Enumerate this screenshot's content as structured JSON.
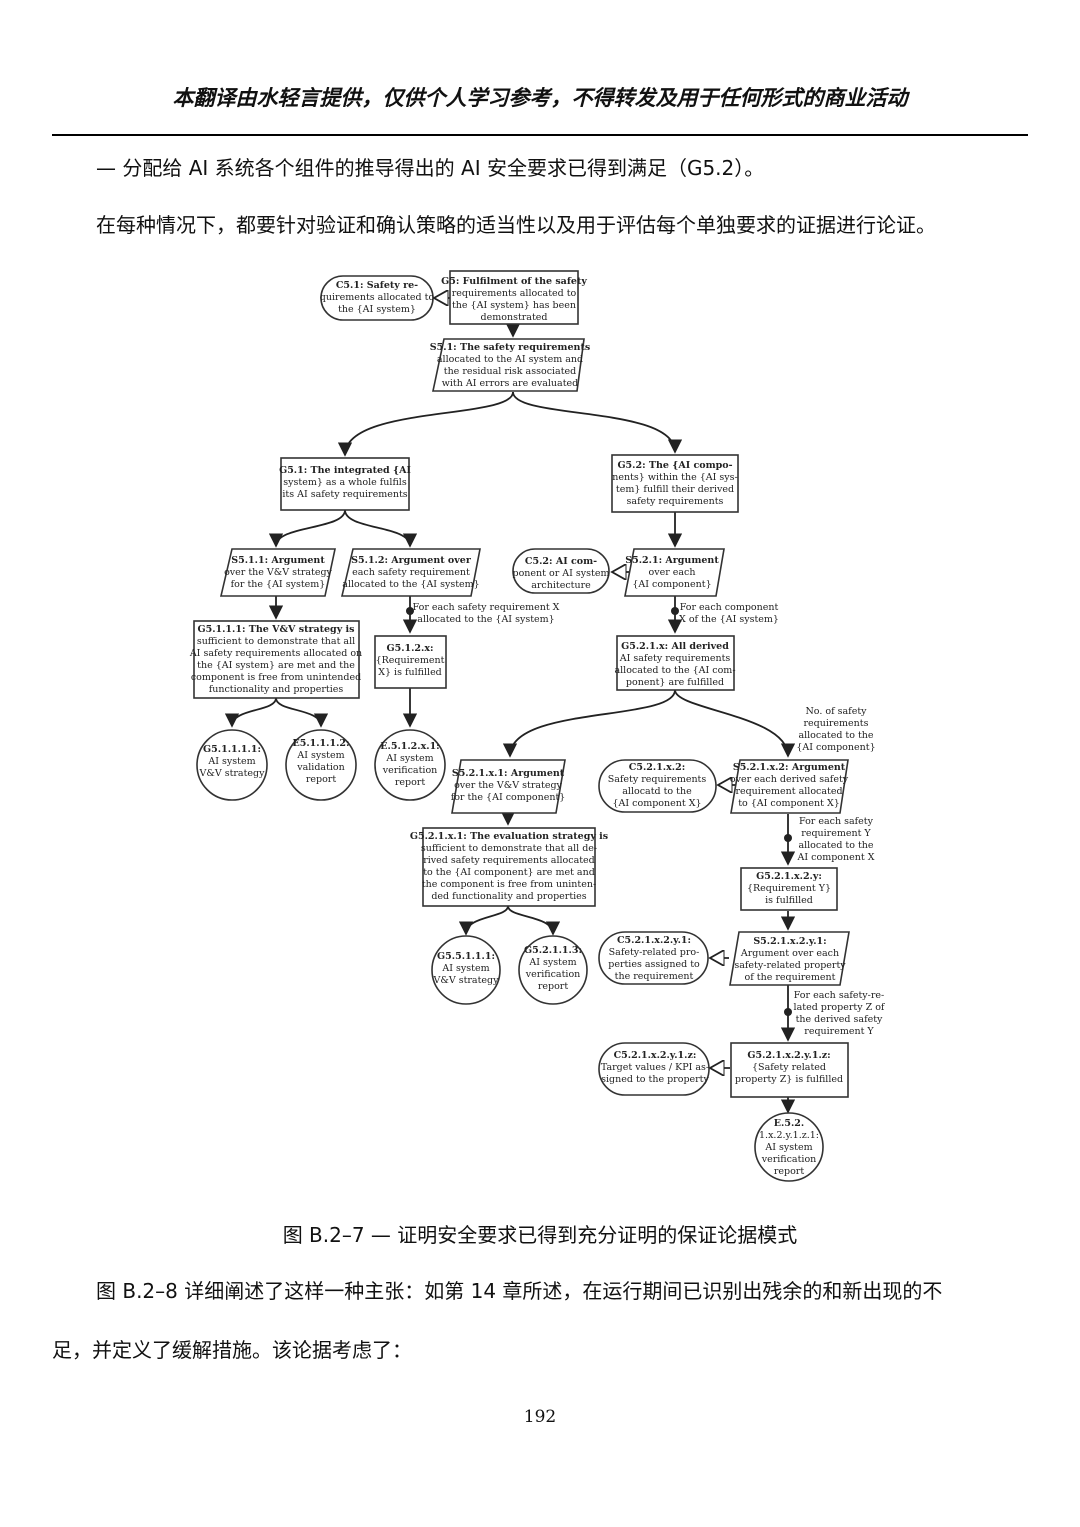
{
  "header": "本翻译由水轻言提供，仅供个人学习参考，不得转发及用于任何形式的商业活动",
  "paragraphs": {
    "p1": "— 分配给 AI 系统各个组件的推导得出的 AI 安全要求已得到满足（G5.2）。",
    "p2": "在每种情况下，都要针对验证和确认策略的适当性以及用于评估每个单独要求的证据进行论证。",
    "p3": "图 B.2–8 详细阐述了这样一种主张：如第 14 章所述，在运行期间已识别出残余的和新出现的不",
    "p4": "足，并定义了缓解措施。该论据考虑了："
  },
  "figure": {
    "caption": "图 B.2–7 — 证明安全要求已得到充分证明的保证论据模式",
    "nodes": {
      "C5_1": [
        "C5.1: Safety re-",
        "quirements allocated to",
        "the {AI system}"
      ],
      "G5": [
        "G5: Fulfilment of the safety",
        "requirements allocated to",
        "the {AI system} has been",
        "demonstrated"
      ],
      "S5_1": [
        "S5.1: The safety requirements",
        "allocated to the AI system and",
        "the residual risk associated",
        "with AI errors are evaluated"
      ],
      "G5_1": [
        "G5.1: The integrated {AI",
        "system} as a whole fulfils",
        "its AI safety requirements"
      ],
      "G5_2": [
        "G5.2: The {AI compo-",
        "nents} within the {AI sys-",
        "tem} fulfill their derived",
        "safety requirements"
      ],
      "S5_1_1": [
        "S5.1.1: Argument",
        "over the V&V strategy",
        "for the {AI system}"
      ],
      "S5_1_2": [
        "S5.1.2: Argument over",
        "each safety requirement",
        "allocated to the {AI system}"
      ],
      "C5_2": [
        "C5.2: AI com-",
        "ponent or AI system",
        "architecture"
      ],
      "S5_2_1": [
        "S5.2.1: Argument",
        "over each",
        "{AI component}"
      ],
      "lbl_each_req": [
        "For each safety requirement X",
        "allocated to the {AI system}"
      ],
      "lbl_each_comp": [
        "For each component",
        "X of the {AI system}"
      ],
      "G5_1_1_1": [
        "G5.1.1.1: The V&V strategy is",
        "sufficient to demonstrate that all",
        "AI safety requirements allocated on",
        "the {AI system} are met and the",
        "component is free from unintended",
        "functionality and properties"
      ],
      "G5_1_2_x": [
        "G5.1.2.x:",
        "{Requirement",
        "X} is fulfilled"
      ],
      "G5_2_1_x": [
        "G5.2.1.x: All derived",
        "AI safety requirements",
        "allocated to the {AI com-",
        "ponent} are fulfilled"
      ],
      "E5_1_1_1_1": [
        "G5.1.1.1.1:",
        "AI system",
        "V&V strategy"
      ],
      "E5_1_1_1_2": [
        "E5.1.1.1.2:",
        "AI system",
        "validation",
        "report"
      ],
      "E5_1_2_x_1": [
        "E.5.1.2.x.1:",
        "AI system",
        "verification",
        "report"
      ],
      "lbl_no_safety": [
        "No. of safety",
        "requirements",
        "allocated to the",
        "{AI component}"
      ],
      "S5_2_1_x_1": [
        "S5.2.1.x.1: Argument",
        "over the V&V strategy",
        "for the {AI component}"
      ],
      "C5_2_1_x_2": [
        "C5.2.1.x.2:",
        "Safety requirements",
        "allocatd to the",
        "{AI component X}"
      ],
      "S5_2_1_x_2": [
        "S5.2.1.x.2: Argument",
        "over each derived safety",
        "requirement allocated",
        "to {AI component X}"
      ],
      "lbl_each_safety": [
        "For each safety",
        "requirement Y",
        "allocated to the",
        "AI component X"
      ],
      "G5_2_1_x_1": [
        "G5.2.1.x.1: The evaluation strategy is",
        "sufficient to demonstrate that all de-",
        "rived safety requirements allocated",
        "to the {AI component} are met and",
        "the component is free from uninten-",
        "ded functionality and properties"
      ],
      "G5_2_1_x_2_y": [
        "G5.2.1.x.2.y:",
        "{Requirement Y}",
        "is fulfilled"
      ],
      "E5_5_1_1_1": [
        "G5.5.1.1.1:",
        "AI system",
        "V&V strategy"
      ],
      "E5_2_1_1_3": [
        "G5.2.1.1.3:",
        "AI system",
        "verification",
        "report"
      ],
      "C5_2_1_x_2_y_1": [
        "C5.2.1.x.2.y.1:",
        "Safety-related pro-",
        "perties assigned to",
        "the requirement"
      ],
      "S5_2_1_x_2_y_1": [
        "S5.2.1.x.2.y.1:",
        "Argument over each",
        "safety-related property",
        "of the requirement"
      ],
      "lbl_each_prop": [
        "For each safety-re-",
        "lated property Z of",
        "the derived safety",
        "requirement Y"
      ],
      "C5_2_1_x_2_y_1_z": [
        "C5.2.1.x.2.y.1.z:",
        "Target values / KPI as-",
        "signed to the property"
      ],
      "G5_2_1_x_2_y_1_z": [
        "G5.2.1.x.2.y.1.z:",
        "{Safety related",
        "property Z} is fulfilled"
      ],
      "E5_2_1_x_2_y_1_z_1": [
        "E.5.2.",
        "1.x.2.y.1.z.1:",
        "AI system",
        "verification",
        "report"
      ]
    }
  },
  "page_number": "192"
}
